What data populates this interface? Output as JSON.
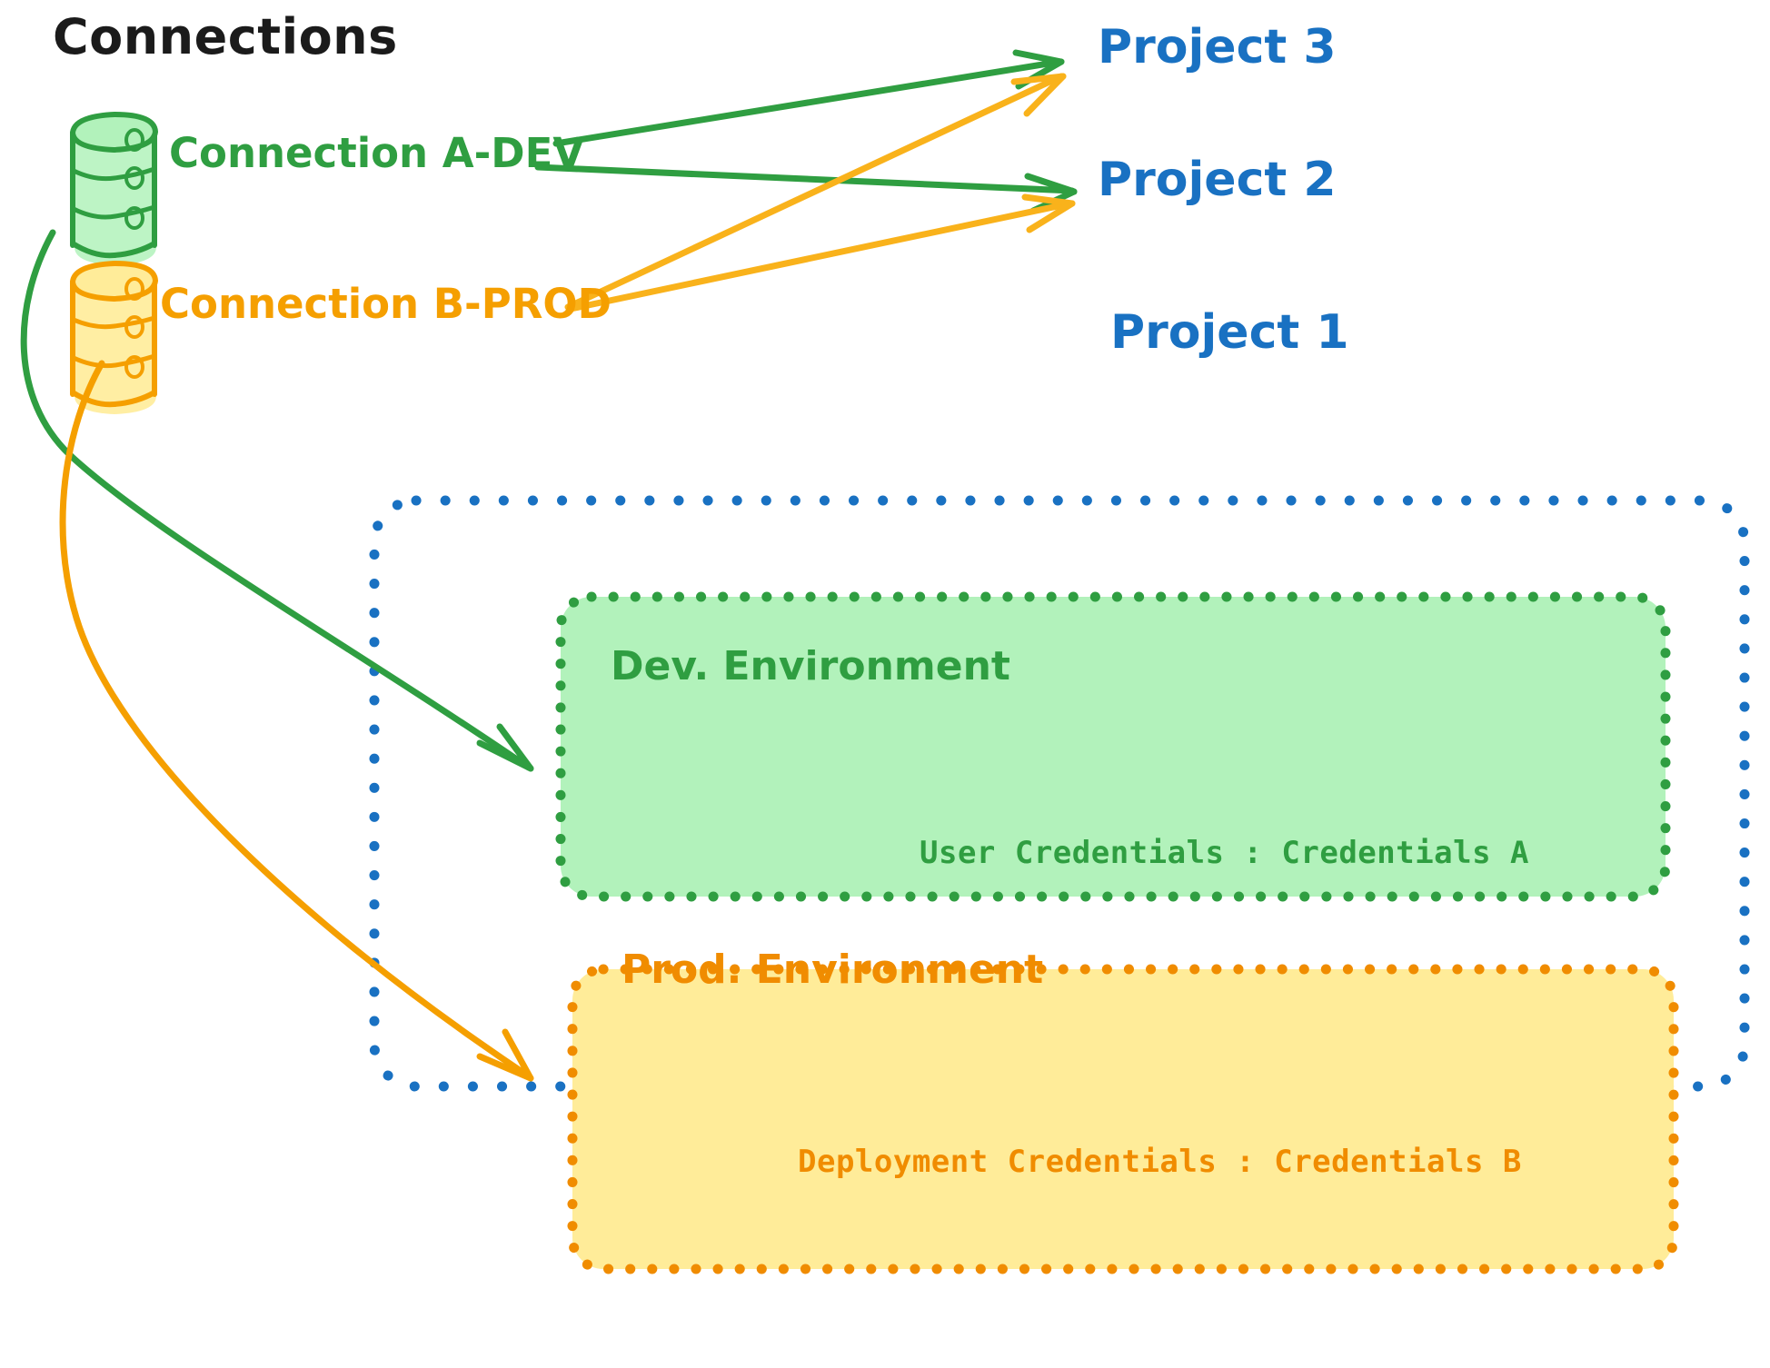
{
  "diagram": {
    "title": "Connections",
    "colors": {
      "green": "#2f9e41",
      "green_fill": "#b2f2bb",
      "orange": "#f59f00",
      "orange_dark": "#f08c00",
      "orange_fill": "#ffec99",
      "blue": "#1971c2",
      "black": "#1b1b1b",
      "background": "#ffffff"
    },
    "connections": [
      {
        "id": "connection-a-dev",
        "label": "Connection A-DEV",
        "color": "#2f9e41",
        "icon": "database-cylinder-icon",
        "targets": [
          "Project 3",
          "Project 2",
          "Dev. Environment"
        ]
      },
      {
        "id": "connection-b-prod",
        "label": "Connection B-PROD",
        "color": "#f59f00",
        "icon": "database-cylinder-icon",
        "targets": [
          "Project 3",
          "Project 2",
          "Prod. Environment"
        ]
      }
    ],
    "projects": [
      {
        "id": "project-3",
        "label": "Project 3",
        "color": "#1971c2"
      },
      {
        "id": "project-2",
        "label": "Project 2",
        "color": "#1971c2"
      },
      {
        "id": "project-1",
        "label": "Project 1",
        "color": "#1971c2"
      }
    ],
    "environments": [
      {
        "id": "dev-environment",
        "label": "Dev. Environment",
        "credentials_label": "User Credentials : Credentials A",
        "color": "#2f9e41",
        "fill": "#b2f2bb"
      },
      {
        "id": "prod-environment",
        "label": "Prod. Environment",
        "credentials_label": "Deployment Credentials : Credentials B",
        "color": "#f08c00",
        "fill": "#ffec99"
      }
    ]
  }
}
